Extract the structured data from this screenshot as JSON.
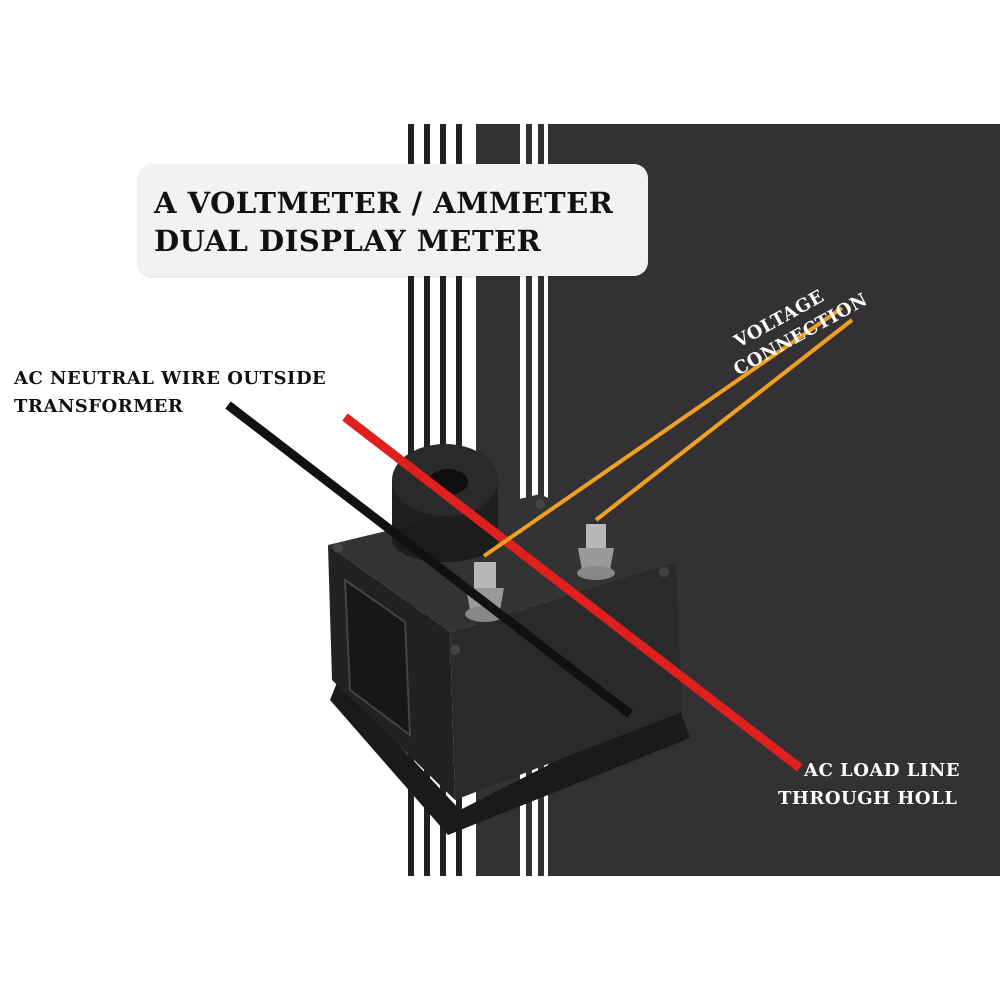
{
  "title": {
    "line1": "A VOLTMETER / AMMETER",
    "line2": "DUAL DISPLAY METER"
  },
  "labels": {
    "neutral": {
      "line1": "AC NEUTRAL WIRE OUTSIDE",
      "line2": "TRANSFORMER"
    },
    "voltage": {
      "line1": "VOLTAGE",
      "line2": "CONNECTION"
    },
    "load": {
      "line1": "AC LOAD LINE",
      "line2": "THROUGH HOLL"
    }
  },
  "colors": {
    "panel": "#333133",
    "neutral_wire": "#111111",
    "load_wire": "#e0201e",
    "voltage_wires": "#f0a020",
    "meter_body": "#262626"
  }
}
